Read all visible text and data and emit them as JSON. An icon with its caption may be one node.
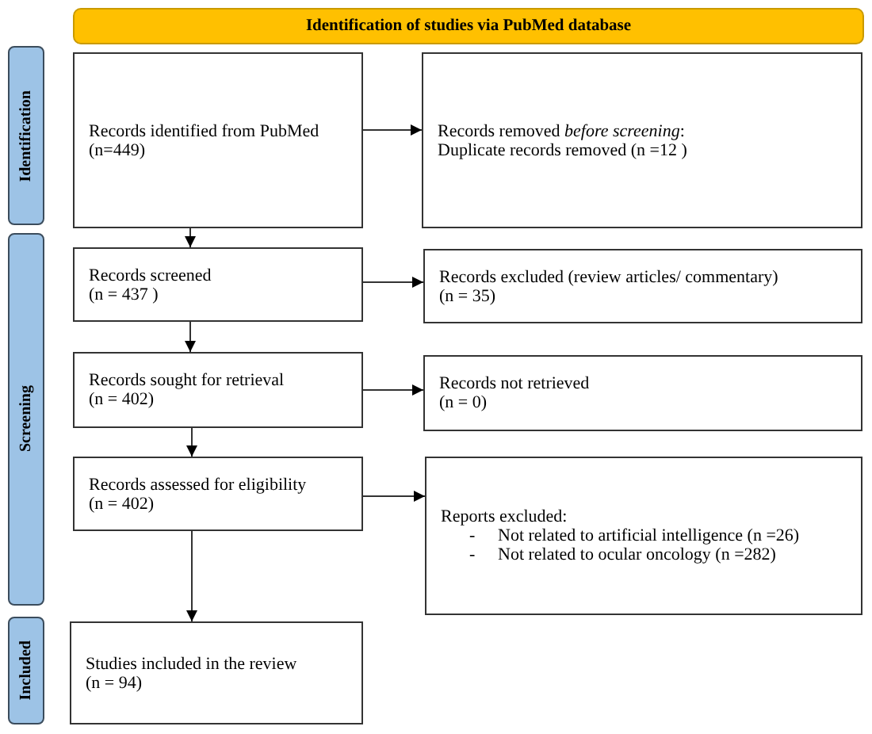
{
  "diagram": {
    "nodes": [
      {
        "text": [
          "Identification of studies via PubMed database"
        ]
      },
      {
        "text": [
          "Identification"
        ]
      },
      {
        "text": [
          "Records identified from PubMed",
          "(n=449)"
        ]
      },
      {
        "text": [
          "Records removed *before screening*:",
          "Duplicate records removed (n =12 )"
        ]
      },
      {
        "text": [
          "Screening"
        ]
      },
      {
        "text": [
          "Records screened",
          "(n = 437 )"
        ]
      },
      {
        "text": [
          "Records excluded (review articles/ commentary)",
          "(n = 35)"
        ]
      },
      {
        "text": [
          "Records sought for retrieval",
          "(n = 402)"
        ]
      },
      {
        "text": [
          "Records not retrieved",
          "(n = 0)"
        ]
      },
      {
        "text": [
          "Records assessed for eligibility",
          "(n = 402)"
        ]
      },
      {
        "text": [
          "Reports excluded:",
          "-",
          "Not related to artificial intelligence (n =26)",
          "-",
          "Not related to ocular oncology (n =282)"
        ]
      },
      {
        "text": [
          "Included"
        ]
      },
      {
        "text": [
          "Studies included in the review",
          "(n = 94)"
        ]
      }
    ],
    "edges": [
      {
        "from": 2,
        "to": 3,
        "arrow": "to"
      },
      {
        "from": 2,
        "to": 5,
        "arrow": "to"
      },
      {
        "from": 5,
        "to": 6,
        "arrow": "to"
      },
      {
        "from": 5,
        "to": 7,
        "arrow": "to"
      },
      {
        "from": 7,
        "to": 8,
        "arrow": "to"
      },
      {
        "from": 7,
        "to": 9,
        "arrow": "to"
      },
      {
        "from": 9,
        "to": 10,
        "arrow": "to"
      },
      {
        "from": 9,
        "to": 12,
        "arrow": "to"
      }
    ]
  }
}
